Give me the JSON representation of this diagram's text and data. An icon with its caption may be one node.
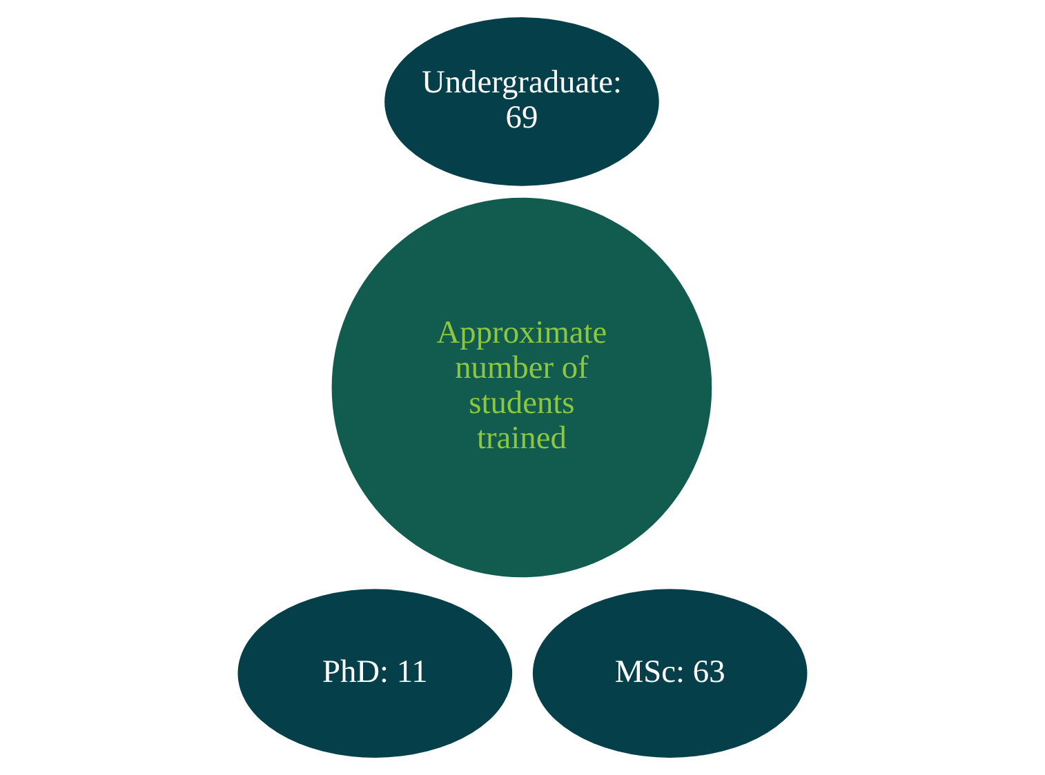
{
  "diagram": {
    "nodes": [
      {
        "text": [
          "Undergraduate: 69"
        ]
      },
      {
        "text": [
          "Approximate number of students trained"
        ]
      },
      {
        "text": [
          "PhD: 11"
        ]
      },
      {
        "text": [
          "MSc: 63"
        ]
      }
    ],
    "edges": []
  }
}
